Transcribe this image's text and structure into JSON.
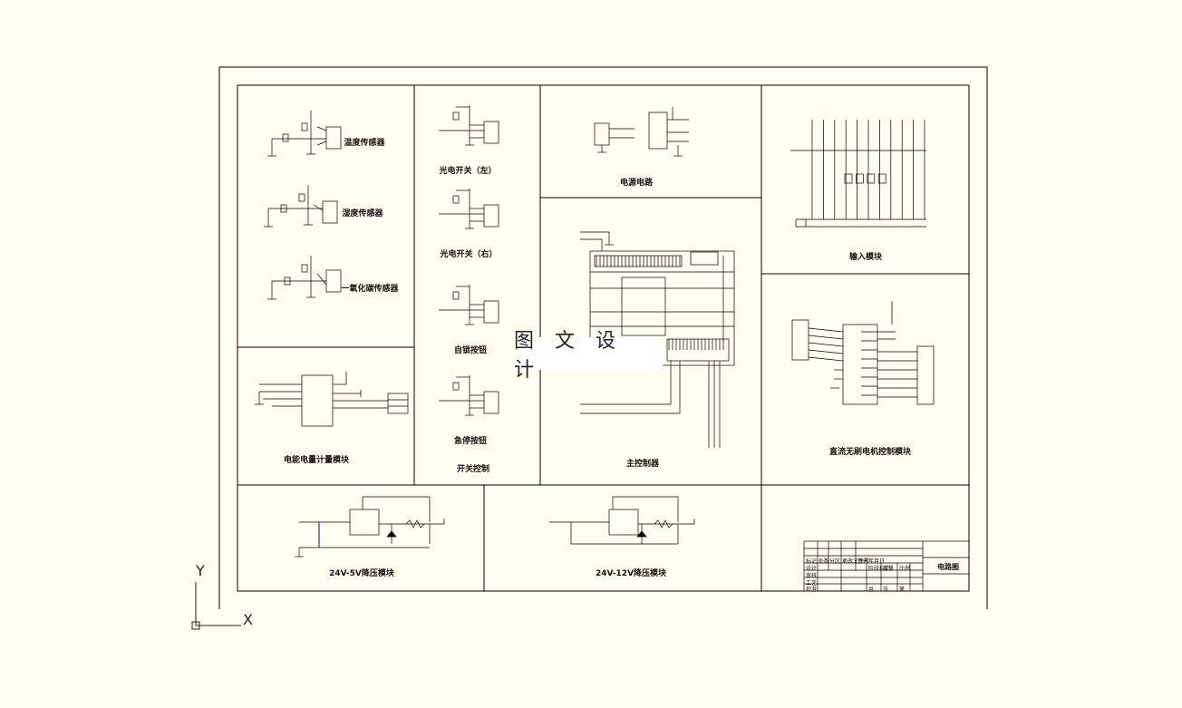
{
  "drawing": {
    "title_block_name": "电路图",
    "watermark": "图 文 设 计",
    "axis_x": "X",
    "axis_y": "Y"
  },
  "sections": {
    "sensor_top": "温度传感器",
    "sensor_mid": "湿度传感器",
    "sensor_bot": "一氧化碳传感器",
    "power_meter": "电能电量计量模块",
    "switch_1": "光电开关（左）",
    "switch_2": "光电开关（右）",
    "switch_3": "自锁按钮",
    "switch_4": "急停按钮",
    "switch_control": "开关控制",
    "power_circuit": "电源电路",
    "main_control": "主控制器",
    "input_module": "输入模块",
    "motor_module": "直流无刷电机控制模块",
    "buck_5v": "24V-5V降压模块",
    "buck_12v": "24V-12V降压模块"
  },
  "title_block": {
    "cells": [
      "标记",
      "处数",
      "分区",
      "更改文件号",
      "签名",
      "年月日",
      "设计",
      "审核",
      "工艺",
      "批准",
      "阶段标记",
      "重量",
      "比例",
      "共",
      "张",
      "第"
    ]
  }
}
